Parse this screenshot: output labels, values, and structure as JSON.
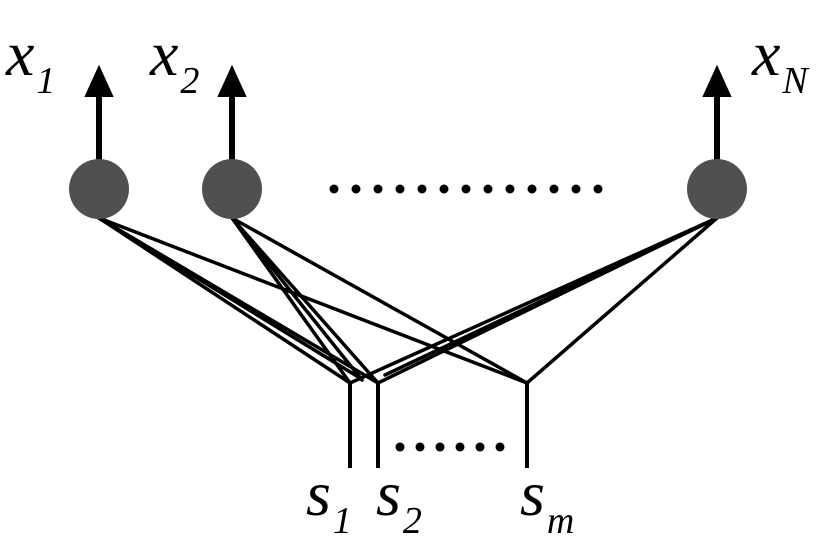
{
  "outputs": [
    {
      "id": "x1",
      "symbol": "x",
      "subscript": "1"
    },
    {
      "id": "x2",
      "symbol": "x",
      "subscript": "2"
    },
    {
      "id": "xN",
      "symbol": "x",
      "subscript": "N"
    }
  ],
  "inputs": [
    {
      "id": "s1",
      "symbol": "s",
      "subscript": "1"
    },
    {
      "id": "s2",
      "symbol": "s",
      "subscript": "2"
    },
    {
      "id": "sm",
      "symbol": "s",
      "subscript": "m"
    }
  ],
  "colors": {
    "node_fill": "#505050",
    "line": "#000000",
    "background": "#ffffff"
  }
}
